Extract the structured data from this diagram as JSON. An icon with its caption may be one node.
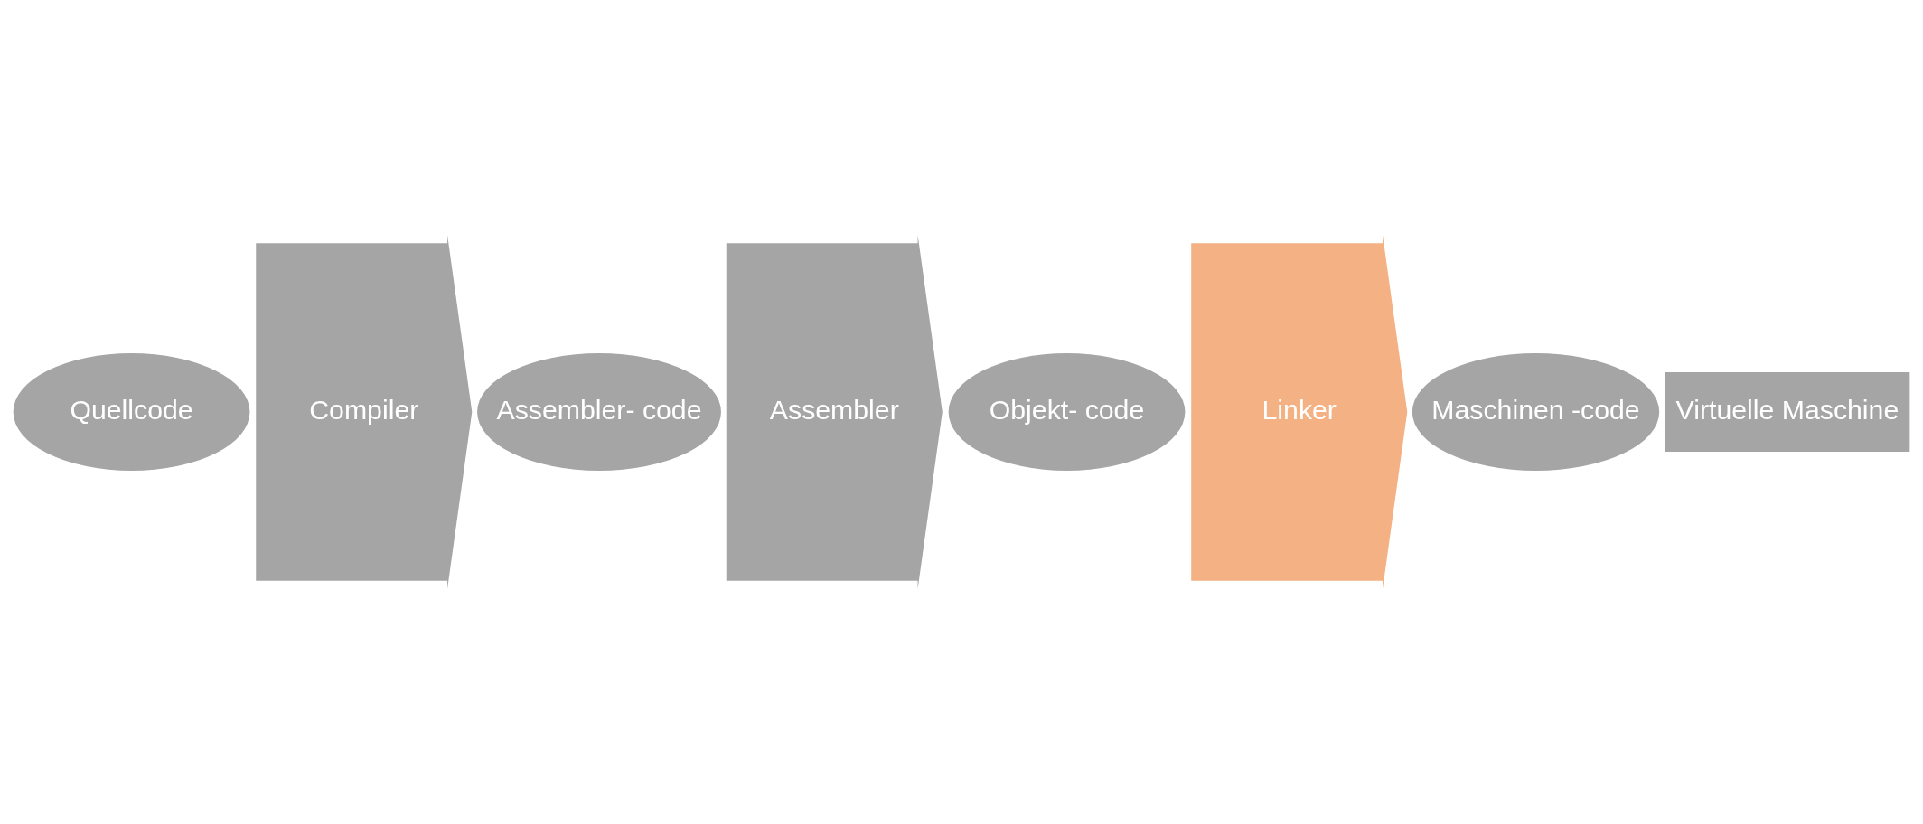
{
  "diagram": {
    "nodes": [
      {
        "text": [
          "Quellcode"
        ]
      },
      {
        "text": [
          "Compiler"
        ]
      },
      {
        "text": [
          "Assembler- code"
        ]
      },
      {
        "text": [
          "Assembler"
        ]
      },
      {
        "text": [
          "Objekt- code"
        ]
      },
      {
        "text": [
          "Linker"
        ]
      },
      {
        "text": [
          "Maschinen -code"
        ]
      },
      {
        "text": [
          "Virtuelle Maschine"
        ]
      }
    ]
  }
}
